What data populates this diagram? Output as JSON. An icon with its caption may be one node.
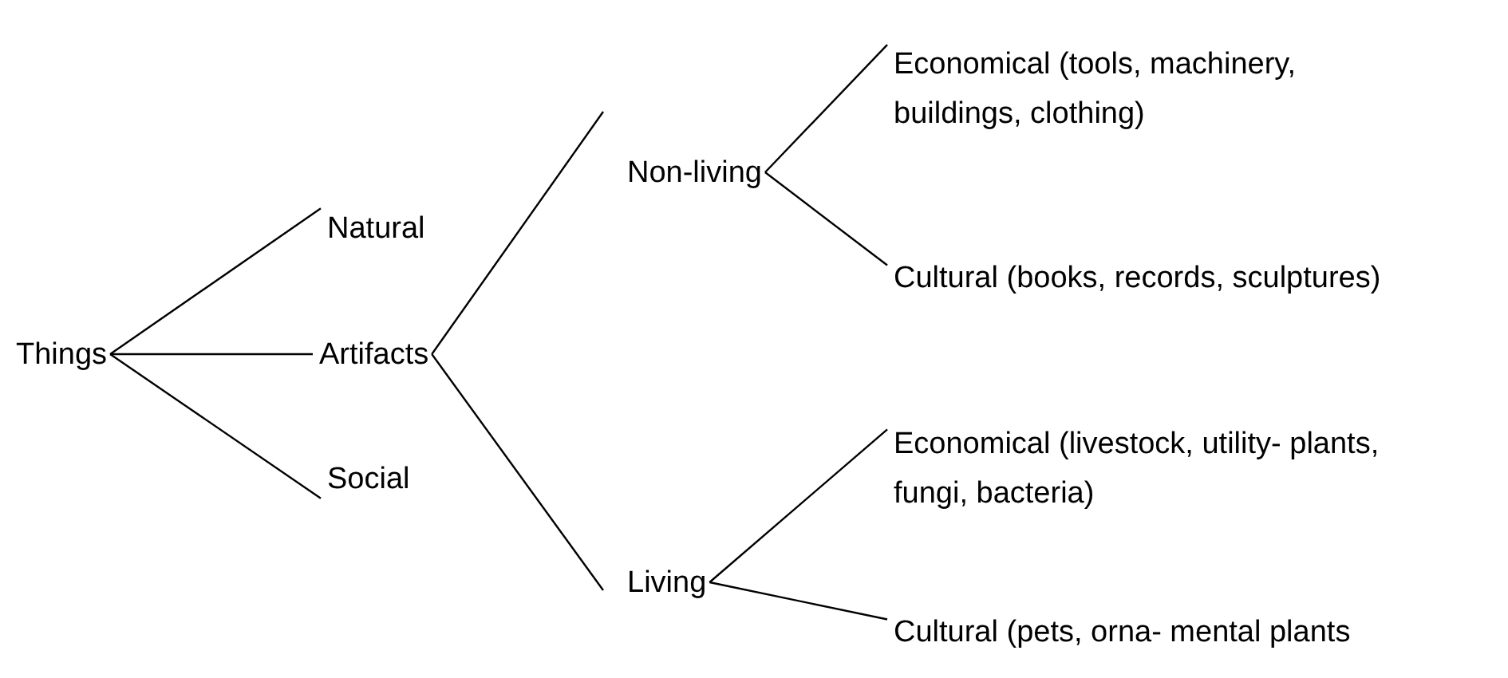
{
  "diagram": {
    "nodes": [
      {
        "text": [
          "Things"
        ]
      },
      {
        "text": [
          "Natural"
        ]
      },
      {
        "text": [
          "Artifacts"
        ]
      },
      {
        "text": [
          "Social"
        ]
      },
      {
        "text": [
          "Non-living"
        ]
      },
      {
        "text": [
          "Living"
        ]
      },
      {
        "text": [
          "Economical (tools, machinery, buildings, clothing)"
        ]
      },
      {
        "text": [
          "Cultural (books, records, sculptures)"
        ]
      },
      {
        "text": [
          "Economical (livestock, utility- plants, fungi, bacteria)"
        ]
      },
      {
        "text": [
          "Cultural (pets, orna- mental plants"
        ]
      }
    ],
    "edges": [
      {
        "from": 0,
        "to": 1,
        "arrow": "none"
      },
      {
        "from": 0,
        "to": 2,
        "arrow": "none"
      },
      {
        "from": 0,
        "to": 3,
        "arrow": "none"
      },
      {
        "from": 2,
        "to": 4,
        "arrow": "none"
      },
      {
        "from": 2,
        "to": 5,
        "arrow": "none"
      },
      {
        "from": 4,
        "to": 6,
        "arrow": "none"
      },
      {
        "from": 4,
        "to": 7,
        "arrow": "none"
      },
      {
        "from": 5,
        "to": 8,
        "arrow": "none"
      },
      {
        "from": 5,
        "to": 9,
        "arrow": "none"
      }
    ]
  }
}
